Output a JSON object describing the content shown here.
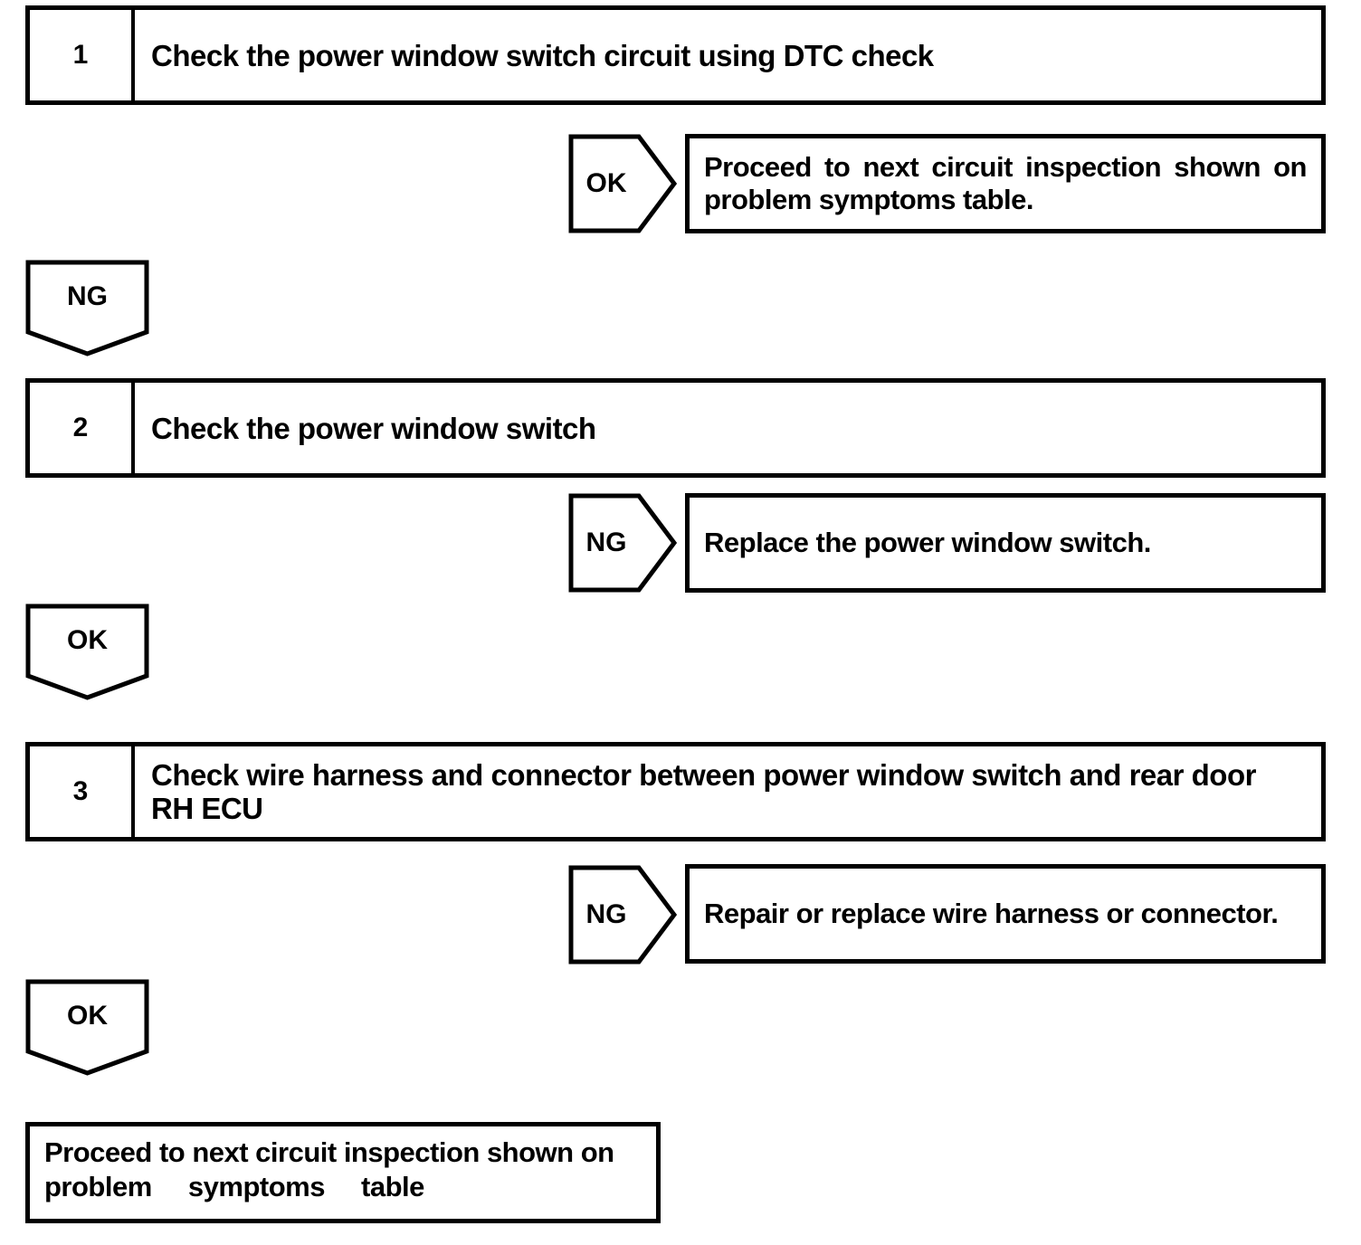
{
  "page": {
    "background": "#ffffff",
    "ink": "#000000"
  },
  "flowchart": {
    "steps": [
      {
        "number": "1",
        "title_lines": [
          "Check the power window switch circuit using DTC check"
        ]
      },
      {
        "number": "2",
        "title_lines": [
          "Check the power window switch"
        ]
      },
      {
        "number": "3",
        "title_lines": [
          "Check wire harness and connector between power window switch and rear door",
          "RH ECU"
        ]
      }
    ],
    "branches": [
      {
        "label": "OK",
        "result_lines": [
          "Proceed to next circuit inspection shown on",
          "problem symptoms table."
        ]
      },
      {
        "label": "NG",
        "result_lines": [
          "Replace the power window switch."
        ]
      },
      {
        "label": "NG",
        "result_lines": [
          "Repair or replace wire harness or connector."
        ]
      }
    ],
    "connectors": [
      {
        "label": "NG"
      },
      {
        "label": "OK"
      },
      {
        "label": "OK"
      }
    ],
    "terminal": {
      "lines": [
        "Proceed to next circuit inspection shown on",
        "problem symptoms table"
      ]
    }
  }
}
